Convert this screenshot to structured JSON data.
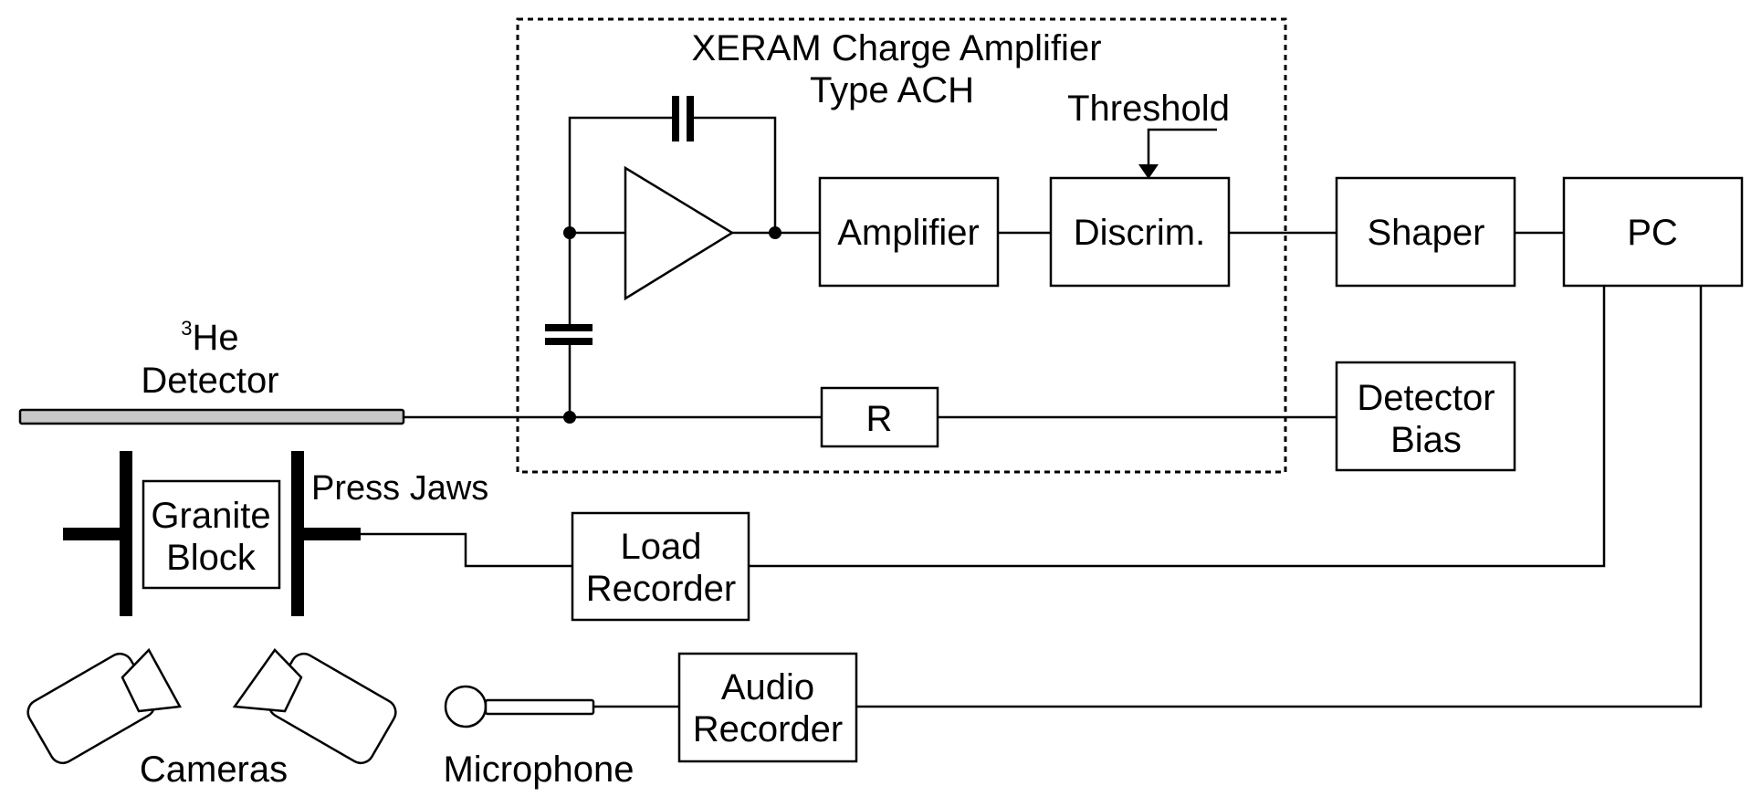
{
  "amplifier_module": {
    "title_line1": "XERAM Charge Amplifier",
    "title_line2": "Type ACH",
    "threshold_label": "Threshold"
  },
  "blocks": {
    "amplifier": "Amplifier",
    "discriminator": "Discrim.",
    "shaper": "Shaper",
    "pc": "PC",
    "resistor": "R",
    "detector_bias_line1": "Detector",
    "detector_bias_line2": "Bias",
    "load_recorder_line1": "Load",
    "load_recorder_line2": "Recorder",
    "audio_recorder_line1": "Audio",
    "audio_recorder_line2": "Recorder"
  },
  "detector": {
    "superscript": "3",
    "line1_suffix": "He",
    "line2": "Detector"
  },
  "press": {
    "granite_line1": "Granite",
    "granite_line2": "Block",
    "jaws_label": "Press Jaws"
  },
  "cameras_label": "Cameras",
  "microphone_label": "Microphone",
  "colors": {
    "line": "#000000",
    "detector_tube": "#c8c8c8",
    "background": "#ffffff"
  }
}
